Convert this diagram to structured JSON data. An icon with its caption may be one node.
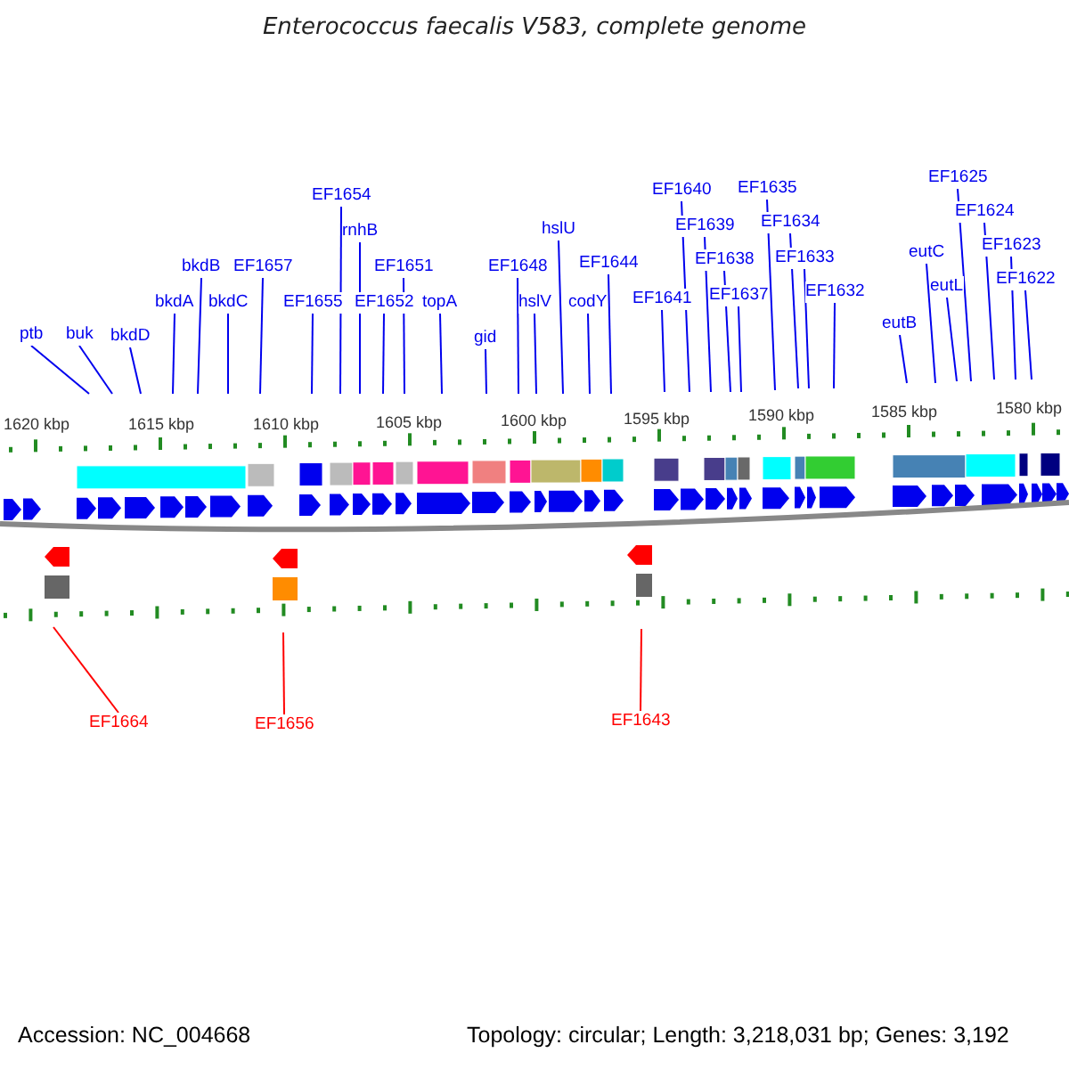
{
  "diagram": {
    "title": "Enterococcus faecalis V583, complete genome",
    "nodes": [
      {
        "text": [
          "ptb"
        ]
      },
      {
        "text": [
          "buk"
        ]
      },
      {
        "text": [
          "bkdD"
        ]
      },
      {
        "text": [
          "bkdA"
        ]
      },
      {
        "text": [
          "bkdB"
        ]
      },
      {
        "text": [
          "bkdC"
        ]
      },
      {
        "text": [
          "EF1657"
        ]
      },
      {
        "text": [
          "EF1655"
        ]
      },
      {
        "text": [
          "EF1654"
        ]
      },
      {
        "text": [
          "rnhB"
        ]
      },
      {
        "text": [
          "EF1652"
        ]
      },
      {
        "text": [
          "EF1651"
        ]
      },
      {
        "text": [
          "topA"
        ]
      },
      {
        "text": [
          "gid"
        ]
      },
      {
        "text": [
          "EF1648"
        ]
      },
      {
        "text": [
          "hslV"
        ]
      },
      {
        "text": [
          "hslU"
        ]
      },
      {
        "text": [
          "codY"
        ]
      },
      {
        "text": [
          "EF1644"
        ]
      },
      {
        "text": [
          "EF1641"
        ]
      },
      {
        "text": [
          "EF1640"
        ]
      },
      {
        "text": [
          "EF1639"
        ]
      },
      {
        "text": [
          "EF1638"
        ]
      },
      {
        "text": [
          "EF1637"
        ]
      },
      {
        "text": [
          "EF1635"
        ]
      },
      {
        "text": [
          "EF1634"
        ]
      },
      {
        "text": [
          "EF1633"
        ]
      },
      {
        "text": [
          "EF1632"
        ]
      },
      {
        "text": [
          "eutB"
        ]
      },
      {
        "text": [
          "eutC"
        ]
      },
      {
        "text": [
          "eutL"
        ]
      },
      {
        "text": [
          "EF1625"
        ]
      },
      {
        "text": [
          "EF1624"
        ]
      },
      {
        "text": [
          "EF1623"
        ]
      },
      {
        "text": [
          "EF1622"
        ]
      },
      {
        "text": [
          "EF1664"
        ]
      },
      {
        "text": [
          "EF1656"
        ]
      },
      {
        "text": [
          "EF1643"
        ]
      }
    ],
    "edges": [
      {
        "from": 0,
        "to": null,
        "arrow": "none"
      },
      {
        "from": 1,
        "to": null,
        "arrow": "none"
      },
      {
        "from": 2,
        "to": null,
        "arrow": "none"
      },
      {
        "from": 3,
        "to": null,
        "arrow": "none"
      },
      {
        "from": 4,
        "to": null,
        "arrow": "none"
      },
      {
        "from": 5,
        "to": null,
        "arrow": "none"
      },
      {
        "from": 6,
        "to": null,
        "arrow": "none"
      },
      {
        "from": 7,
        "to": null,
        "arrow": "none"
      },
      {
        "from": 8,
        "to": null,
        "arrow": "none"
      },
      {
        "from": 9,
        "to": null,
        "arrow": "none"
      },
      {
        "from": 10,
        "to": null,
        "arrow": "none"
      },
      {
        "from": 11,
        "to": null,
        "arrow": "none"
      },
      {
        "from": 12,
        "to": null,
        "arrow": "none"
      },
      {
        "from": 13,
        "to": null,
        "arrow": "none"
      },
      {
        "from": 14,
        "to": null,
        "arrow": "none"
      },
      {
        "from": 15,
        "to": null,
        "arrow": "none"
      },
      {
        "from": 16,
        "to": null,
        "arrow": "none"
      },
      {
        "from": 17,
        "to": null,
        "arrow": "none"
      },
      {
        "from": 18,
        "to": null,
        "arrow": "none"
      },
      {
        "from": 19,
        "to": null,
        "arrow": "none"
      },
      {
        "from": 20,
        "to": null,
        "arrow": "none"
      },
      {
        "from": 21,
        "to": null,
        "arrow": "none"
      },
      {
        "from": 22,
        "to": null,
        "arrow": "none"
      },
      {
        "from": 23,
        "to": null,
        "arrow": "none"
      },
      {
        "from": 24,
        "to": null,
        "arrow": "none"
      },
      {
        "from": 25,
        "to": null,
        "arrow": "none"
      },
      {
        "from": 26,
        "to": null,
        "arrow": "none"
      },
      {
        "from": 27,
        "to": null,
        "arrow": "none"
      },
      {
        "from": 28,
        "to": null,
        "arrow": "none"
      },
      {
        "from": 29,
        "to": null,
        "arrow": "none"
      },
      {
        "from": 30,
        "to": null,
        "arrow": "none"
      },
      {
        "from": 31,
        "to": null,
        "arrow": "none"
      },
      {
        "from": 32,
        "to": null,
        "arrow": "none"
      },
      {
        "from": 33,
        "to": null,
        "arrow": "none"
      },
      {
        "from": 34,
        "to": null,
        "arrow": "none"
      },
      {
        "from": 35,
        "to": null,
        "arrow": "none",
        "color": "#ff0000"
      },
      {
        "from": 36,
        "to": null,
        "arrow": "none",
        "color": "#ff0000"
      },
      {
        "from": 37,
        "to": null,
        "arrow": "none",
        "color": "#ff0000"
      }
    ],
    "labels": [
      "1620 kbp",
      "1615 kbp",
      "1610 kbp",
      "1605 kbp",
      "1600 kbp",
      "1595 kbp",
      "1590 kbp",
      "1585 kbp",
      "1580 kbp",
      "Accession: NC_004668",
      "Topology: circular; Length: 3,218,031 bp; Genes: 3,192"
    ]
  }
}
